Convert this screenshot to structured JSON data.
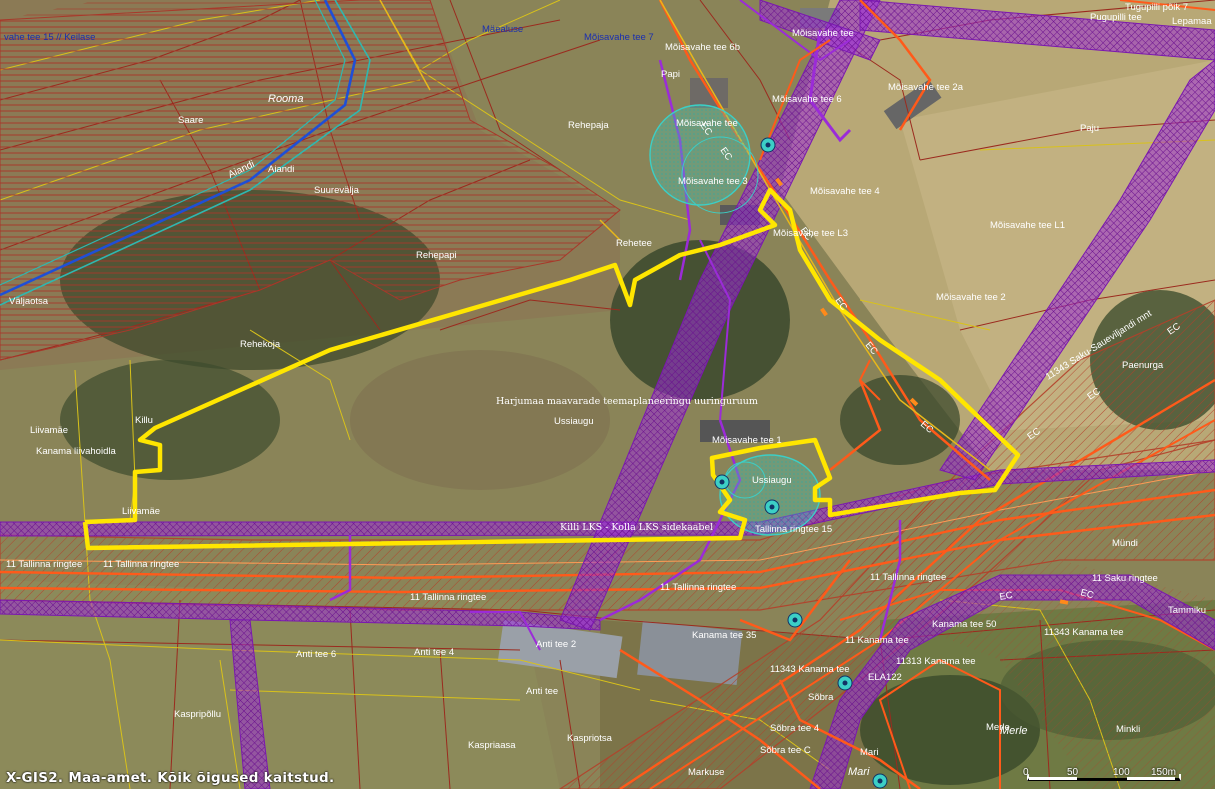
{
  "copyright": "X-GIS2. Maa-amet. Kõik õigused kaitstud.",
  "scale": {
    "labels": [
      "0",
      "50",
      "100",
      "150m"
    ]
  },
  "labels": {
    "vahe_tee_15": "vahe tee 15 // Keilase",
    "maealuse": "Mäealuse",
    "moisavahe7": "Mõisavahe tee 7",
    "moisavahe_6b": "Mõisavahe tee 6b",
    "moisavahe_tee": "Mõisavahe tee",
    "fugupilli": "Pugupilli tee",
    "tugupilli_poik": "Tugupilli põik 7",
    "lepamaa": "Lepamaa",
    "rooma": "Rooma",
    "papi": "Papi",
    "moisavahe_6": "Mõisavahe tee 6",
    "moisavahe_2a": "Mõisavahe tee 2a",
    "saare": "Saare",
    "paju": "Paju",
    "rehepaja": "Rehepaja",
    "moisavahe_tee_c": "Mõisavahe tee",
    "ainandi_road": "Aiandi",
    "ainandi": "Aiandi",
    "moisavahe_3": "Mõisavahe tee 3",
    "suurevalja": "Suurevälja",
    "moisavahe_4": "Mõisavahe tee 4",
    "moisavahe_l1": "Mõisavahe tee L1",
    "rehetee": "Rehetee",
    "moisavahe_l3": "Mõisavahe tee L3",
    "rehepapi": "Rehepapi",
    "valjaotsa": "Väljaotsa",
    "moisavahe_2": "Mõisavahe tee 2",
    "rehekoja": "Rehekoja",
    "code_11343": "11343 Saku-Saueviljandi mnt",
    "paenurga": "Paenurga",
    "harjumaa": "Harjumaa maavarade teemaplaneeringu uuringuruum",
    "liivamae": "Liivamäe",
    "killu": "Killu",
    "ussiaugu": "Ussiaugu",
    "kanama_liivahoidla": "Kanama liivahoidla",
    "moisavahe_tee_1": "Mõisavahe tee 1",
    "ussiaugu_s": "Ussiaugu",
    "liivamae_s": "Liivamäe",
    "killi_lks": "Killi LKS - Kolla LKS sidekaabel",
    "tallinna_ringtee_15": "Tallinna ringtee 15",
    "kanama_ringtee": "11 Tallinna ringtee",
    "kanama_ringtee_2": "11 Tallinna ringtee",
    "tallinna_ringtee_l": "11 Tallinna ringtee",
    "tallinna_ringtee_bottom": "11 Tallinna ringtee",
    "tallinna_ringtee_right": "11 Tallinna ringtee",
    "mundi": "Mündi",
    "saku_ringtee": "11 Saku ringtee",
    "tammiku": "Tammiku",
    "kanama_50": "Kanama tee 50",
    "kanama_35": "Kanama tee 35",
    "anti_2": "Anti tee 2",
    "anti_6": "Anti tee 6",
    "anti_4": "Anti tee 4",
    "anti": "Anti tee",
    "kanama_11343": "11343 Kanama tee",
    "kanama_11313": "11313 Kanama tee",
    "kanama_11343_b": "11343 Kanama tee",
    "raua_tee": "11 Kanama tee",
    "kaspripollu": "Kaspripõllu",
    "ela": "ELA122",
    "sobra": "Sõbra",
    "sobra_4": "Sõbra tee 4",
    "sobra_c": "Sõbra tee C",
    "merle": "Merle",
    "merle_it": "Merle",
    "minkli": "Minkli",
    "kaspriaasa": "Kaspriaasa",
    "kaspriotsa": "Kaspriotsa",
    "markuse": "Markuse",
    "mari": "Mari",
    "mari_it": "Mari",
    "ec": "EC"
  },
  "colors": {
    "parcel_line": "#9b2a1e",
    "yellow_boundary": "#ffe600",
    "purple_corridor": "#9b2bd8",
    "orange_line": "#ff5a1a",
    "blue_road": "#1f4fd6",
    "teal_road": "#2fb8b0",
    "gold_line": "#e8b81a"
  },
  "icons": [
    "water-well-icon",
    "water-well-icon",
    "water-well-icon",
    "water-well-icon",
    "water-well-icon"
  ]
}
